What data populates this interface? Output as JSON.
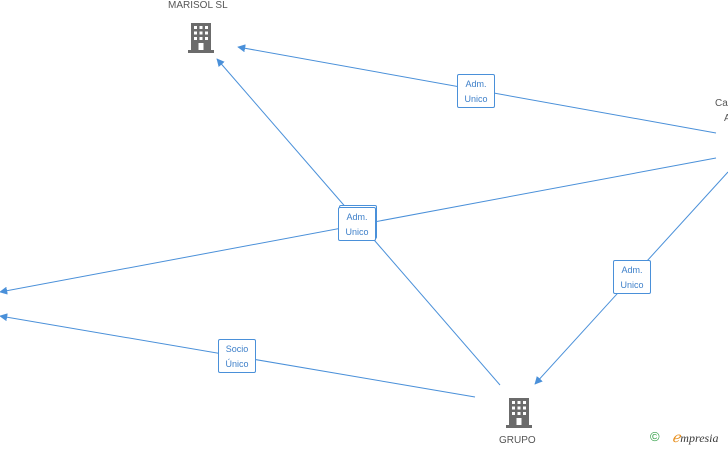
{
  "nodes": {
    "marisol": {
      "label": "MARISOL SL",
      "icon": "building-icon",
      "type": "company"
    },
    "grupo": {
      "label": "GRUPO",
      "icon": "building-icon",
      "type": "company"
    },
    "person_right": {
      "label_line1": "Ca",
      "label_line2": "A"
    }
  },
  "edges": {
    "e1": {
      "line1": "Adm.",
      "line2": "Unico"
    },
    "e2": {
      "line1": "Adm.",
      "line2": "Unico"
    },
    "e3": {
      "line1": "Adm.",
      "line2": "Unico"
    },
    "e4": {
      "line1": "Socio",
      "line2": "Único"
    }
  },
  "footer": {
    "copyright_symbol": "©",
    "brand_initial": "ℯ",
    "brand_rest": "mpresia"
  },
  "colors": {
    "edge": "#4a90d9",
    "edge_label_text": "#3d7fc9",
    "icon": "#6b6b6b",
    "brand_accent": "#e8901f"
  }
}
